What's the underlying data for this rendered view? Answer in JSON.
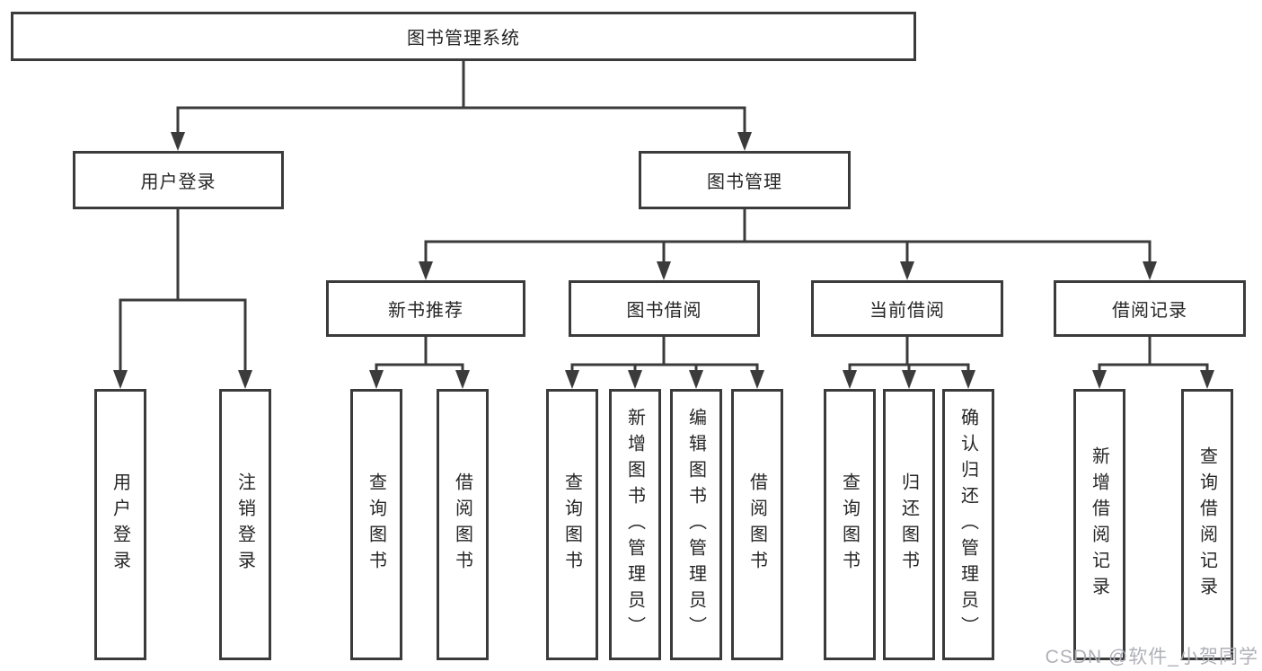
{
  "tree": {
    "root": "图书管理系统",
    "user_login": {
      "label": "用户登录",
      "leaves": [
        "用户登录",
        "注销登录"
      ]
    },
    "book_mgmt": {
      "label": "图书管理",
      "sections": [
        {
          "label": "新书推荐",
          "leaves": [
            "查询图书",
            "借阅图书"
          ]
        },
        {
          "label": "图书借阅",
          "leaves": [
            "查询图书",
            "新增图书（管理员）",
            "编辑图书（管理员）",
            "借阅图书"
          ]
        },
        {
          "label": "当前借阅",
          "leaves": [
            "查询图书",
            "归还图书",
            "确认归还（管理员）"
          ]
        },
        {
          "label": "借阅记录",
          "leaves": [
            "新增借阅记录",
            "查询借阅记录"
          ]
        }
      ]
    }
  },
  "watermark": "CSDN @软件_小贺同学",
  "colors": {
    "background": "#ffffff",
    "line": "#3b3b3b",
    "box_border": "#3b3b3b",
    "text": "#262626",
    "watermark": "#abacb4"
  }
}
